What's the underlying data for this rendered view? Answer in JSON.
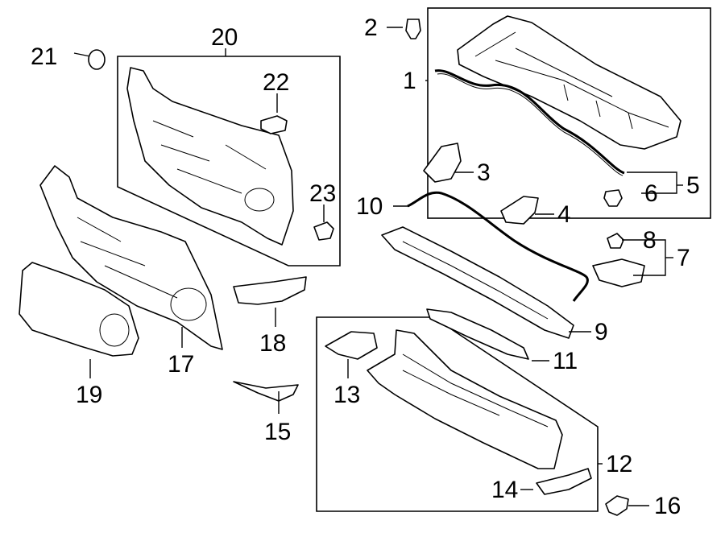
{
  "callouts": [
    {
      "id": "c1",
      "label": "1"
    },
    {
      "id": "c2",
      "label": "2"
    },
    {
      "id": "c3",
      "label": "3"
    },
    {
      "id": "c4",
      "label": "4"
    },
    {
      "id": "c5",
      "label": "5"
    },
    {
      "id": "c6",
      "label": "6"
    },
    {
      "id": "c7",
      "label": "7"
    },
    {
      "id": "c8",
      "label": "8"
    },
    {
      "id": "c9",
      "label": "9"
    },
    {
      "id": "c10",
      "label": "10"
    },
    {
      "id": "c11",
      "label": "11"
    },
    {
      "id": "c12",
      "label": "12"
    },
    {
      "id": "c13",
      "label": "13"
    },
    {
      "id": "c14",
      "label": "14"
    },
    {
      "id": "c15",
      "label": "15"
    },
    {
      "id": "c16",
      "label": "16"
    },
    {
      "id": "c17",
      "label": "17"
    },
    {
      "id": "c18",
      "label": "18"
    },
    {
      "id": "c19",
      "label": "19"
    },
    {
      "id": "c20",
      "label": "20"
    },
    {
      "id": "c21",
      "label": "21"
    },
    {
      "id": "c22",
      "label": "22"
    },
    {
      "id": "c23",
      "label": "23"
    }
  ],
  "colors": {
    "ink": "#000000",
    "paper": "#ffffff"
  }
}
